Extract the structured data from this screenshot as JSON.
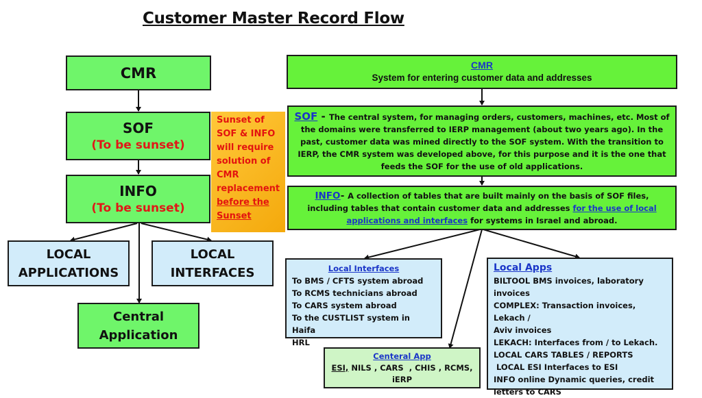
{
  "title": "Customer Master Record Flow",
  "left_flow": {
    "cmr": {
      "label": "CMR"
    },
    "sof": {
      "label": "SOF",
      "status": "To be sunset"
    },
    "info": {
      "label": "INFO",
      "status": "To be sunset"
    },
    "local_applications": {
      "line1": "LOCAL",
      "line2": "APPLICATIONS"
    },
    "local_interfaces": {
      "line1": "LOCAL",
      "line2": "INTERFACES"
    },
    "central_application": {
      "line1": "Central",
      "line2": "Application"
    }
  },
  "note": {
    "lines": [
      "Sunset of",
      "SOF & INFO",
      "will require",
      "solution of",
      "CMR",
      "replacement"
    ],
    "underlined_lines": [
      "before the",
      "Sunset"
    ]
  },
  "right_flow": {
    "cmr": {
      "heading": "CMR",
      "description": "System for entering customer data and addresses"
    },
    "sof": {
      "heading": "SOF",
      "separator": " - ",
      "description": "The central system, for managing orders, customers, machines, etc. Most of the domains were transferred to IERP management (about two years ago). In the past, customer data was mined directly to the SOF system. With the transition to IERP, the CMR system was developed above, for this purpose and it is the one that feeds the SOF for the use of old applications."
    },
    "info": {
      "heading": "INFO",
      "separator": "-  ",
      "description_before": "A collection of tables that are built mainly on the basis of SOF files, including tables that contain customer data and addresses ",
      "description_link": "for the use of local applications and interfaces",
      "description_after": " for systems in Israel and abroad."
    },
    "local_interfaces": {
      "heading": "Local Interfaces",
      "items": [
        "To BMS / CFTS system abroad",
        "To RCMS technicians abroad",
        "To CARS system abroad",
        "To the CUSTLIST system in Haifa",
        "HRL"
      ]
    },
    "local_apps": {
      "heading": "Local Apps",
      "items": [
        "BILTOOL BMS invoices, laboratory",
        "invoices",
        "COMPLEX: Transaction invoices, Lekach /",
        "Aviv invoices",
        "LEKACH: Interfaces from / to Lekach.",
        "LOCAL CARS TABLES / REPORTS",
        " LOCAL ESI Interfaces to ESI",
        "INFO online Dynamic queries, credit",
        "letters to CARS"
      ]
    },
    "central_app": {
      "heading": "Centeral App",
      "first_item": "ESI,",
      "rest_line1": " NILS , CARS  , CHIS , RCMS,",
      "line2": "iERP"
    }
  },
  "colors": {
    "green_box": "#6ff56a",
    "lime_box": "#66f23a",
    "blue_box": "#d2ecfa",
    "note_bg": "#f7b11a",
    "red_text": "#e01818",
    "link_blue": "#1a35c8"
  }
}
